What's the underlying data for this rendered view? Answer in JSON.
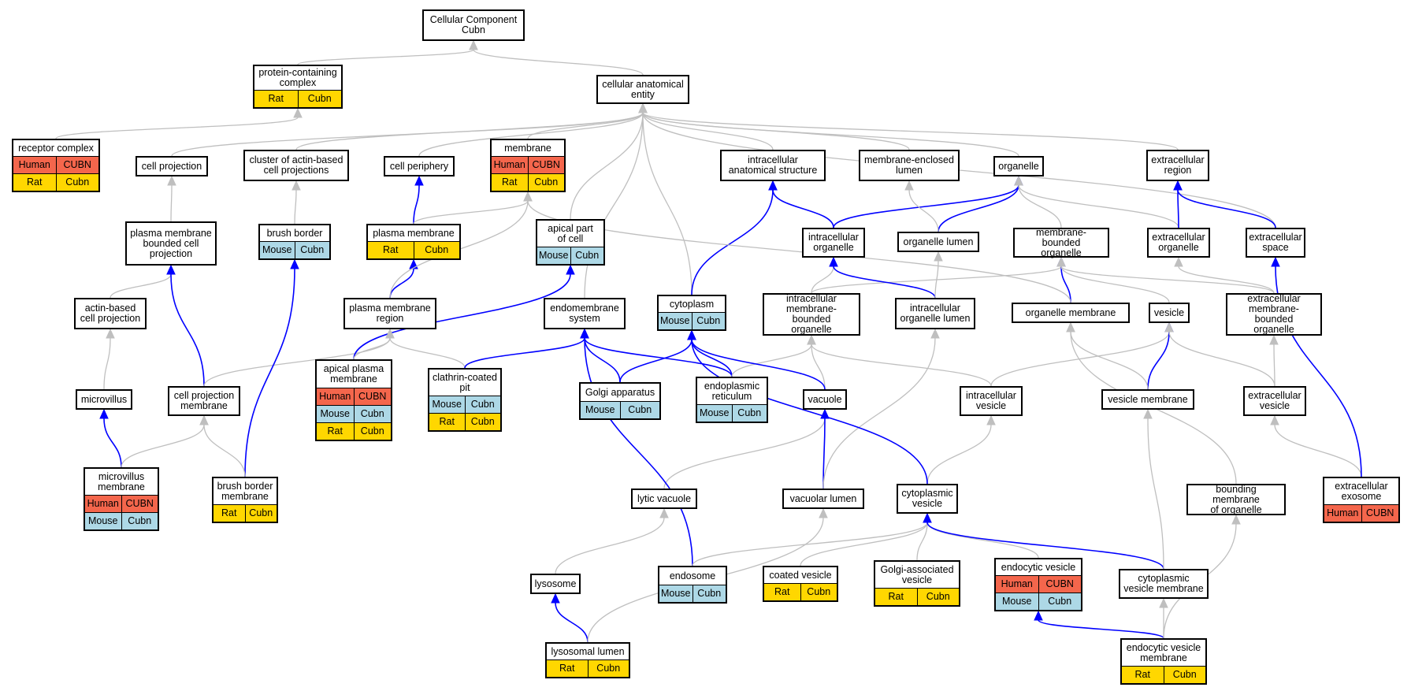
{
  "nodes": [
    {
      "id": "root",
      "label": "Cellular Component\nCubn",
      "rows": []
    },
    {
      "id": "pcc",
      "label": "protein-containing\ncomplex",
      "rows": [
        {
          "sp": "Rat",
          "g": "Cubn"
        }
      ]
    },
    {
      "id": "cae",
      "label": "cellular anatomical\nentity",
      "rows": []
    },
    {
      "id": "rc",
      "label": "receptor complex",
      "rows": [
        {
          "sp": "Human",
          "g": "CUBN"
        },
        {
          "sp": "Rat",
          "g": "Cubn"
        }
      ]
    },
    {
      "id": "cp",
      "label": "cell projection",
      "rows": []
    },
    {
      "id": "cab",
      "label": "cluster of actin-based\ncell projections",
      "rows": []
    },
    {
      "id": "cper",
      "label": "cell periphery",
      "rows": []
    },
    {
      "id": "mem",
      "label": "membrane",
      "rows": [
        {
          "sp": "Human",
          "g": "CUBN"
        },
        {
          "sp": "Rat",
          "g": "Cubn"
        }
      ]
    },
    {
      "id": "ias",
      "label": "intracellular\nanatomical structure",
      "rows": []
    },
    {
      "id": "mel",
      "label": "membrane-enclosed\nlumen",
      "rows": []
    },
    {
      "id": "org",
      "label": "organelle",
      "rows": []
    },
    {
      "id": "er",
      "label": "extracellular\nregion",
      "rows": []
    },
    {
      "id": "pmbcp",
      "label": "plasma membrane\nbounded cell\nprojection",
      "rows": []
    },
    {
      "id": "bb",
      "label": "brush border",
      "rows": [
        {
          "sp": "Mouse",
          "g": "Cubn"
        }
      ]
    },
    {
      "id": "pm",
      "label": "plasma membrane",
      "rows": [
        {
          "sp": "Rat",
          "g": "Cubn"
        }
      ]
    },
    {
      "id": "apc",
      "label": "apical part\nof cell",
      "rows": [
        {
          "sp": "Mouse",
          "g": "Cubn"
        }
      ]
    },
    {
      "id": "io",
      "label": "intracellular\norganelle",
      "rows": []
    },
    {
      "id": "ol",
      "label": "organelle lumen",
      "rows": []
    },
    {
      "id": "mbo",
      "label": "membrane-bounded\norganelle",
      "rows": []
    },
    {
      "id": "eo",
      "label": "extracellular\norganelle",
      "rows": []
    },
    {
      "id": "es",
      "label": "extracellular\nspace",
      "rows": []
    },
    {
      "id": "abcp",
      "label": "actin-based\ncell projection",
      "rows": []
    },
    {
      "id": "pmr",
      "label": "plasma membrane\nregion",
      "rows": []
    },
    {
      "id": "ems",
      "label": "endomembrane\nsystem",
      "rows": []
    },
    {
      "id": "cyt",
      "label": "cytoplasm",
      "rows": [
        {
          "sp": "Mouse",
          "g": "Cubn"
        }
      ]
    },
    {
      "id": "imbo",
      "label": "intracellular\nmembrane-bounded\norganelle",
      "rows": []
    },
    {
      "id": "iol",
      "label": "intracellular\norganelle lumen",
      "rows": []
    },
    {
      "id": "om",
      "label": "organelle membrane",
      "rows": []
    },
    {
      "id": "ves",
      "label": "vesicle",
      "rows": []
    },
    {
      "id": "embo",
      "label": "extracellular\nmembrane-bounded\norganelle",
      "rows": []
    },
    {
      "id": "apm",
      "label": "apical plasma\nmembrane",
      "rows": [
        {
          "sp": "Human",
          "g": "CUBN"
        },
        {
          "sp": "Mouse",
          "g": "Cubn"
        },
        {
          "sp": "Rat",
          "g": "Cubn"
        }
      ]
    },
    {
      "id": "ccp",
      "label": "clathrin-coated\npit",
      "rows": [
        {
          "sp": "Mouse",
          "g": "Cubn"
        },
        {
          "sp": "Rat",
          "g": "Cubn"
        }
      ]
    },
    {
      "id": "ga",
      "label": "Golgi apparatus",
      "rows": [
        {
          "sp": "Mouse",
          "g": "Cubn"
        }
      ]
    },
    {
      "id": "erret",
      "label": "endoplasmic\nreticulum",
      "rows": [
        {
          "sp": "Mouse",
          "g": "Cubn"
        }
      ]
    },
    {
      "id": "vac",
      "label": "vacuole",
      "rows": []
    },
    {
      "id": "iv",
      "label": "intracellular\nvesicle",
      "rows": []
    },
    {
      "id": "vm",
      "label": "vesicle membrane",
      "rows": []
    },
    {
      "id": "ev",
      "label": "extracellular\nvesicle",
      "rows": []
    },
    {
      "id": "mv",
      "label": "microvillus",
      "rows": []
    },
    {
      "id": "cpm",
      "label": "cell projection\nmembrane",
      "rows": []
    },
    {
      "id": "mvm",
      "label": "microvillus\nmembrane",
      "rows": [
        {
          "sp": "Human",
          "g": "CUBN"
        },
        {
          "sp": "Mouse",
          "g": "Cubn"
        }
      ]
    },
    {
      "id": "bbm",
      "label": "brush border\nmembrane",
      "rows": [
        {
          "sp": "Rat",
          "g": "Cubn"
        }
      ]
    },
    {
      "id": "lv",
      "label": "lytic vacuole",
      "rows": []
    },
    {
      "id": "vl",
      "label": "vacuolar lumen",
      "rows": []
    },
    {
      "id": "cv",
      "label": "cytoplasmic\nvesicle",
      "rows": []
    },
    {
      "id": "bmo",
      "label": "bounding membrane\nof organelle",
      "rows": []
    },
    {
      "id": "exo",
      "label": "extracellular\nexosome",
      "rows": [
        {
          "sp": "Human",
          "g": "CUBN"
        }
      ]
    },
    {
      "id": "lys",
      "label": "lysosome",
      "rows": []
    },
    {
      "id": "endo",
      "label": "endosome",
      "rows": [
        {
          "sp": "Mouse",
          "g": "Cubn"
        }
      ]
    },
    {
      "id": "coat",
      "label": "coated vesicle",
      "rows": [
        {
          "sp": "Rat",
          "g": "Cubn"
        }
      ]
    },
    {
      "id": "gav",
      "label": "Golgi-associated\nvesicle",
      "rows": [
        {
          "sp": "Rat",
          "g": "Cubn"
        }
      ]
    },
    {
      "id": "ecv",
      "label": "endocytic vesicle",
      "rows": [
        {
          "sp": "Human",
          "g": "CUBN"
        },
        {
          "sp": "Mouse",
          "g": "Cubn"
        }
      ]
    },
    {
      "id": "cvm",
      "label": "cytoplasmic\nvesicle membrane",
      "rows": []
    },
    {
      "id": "ll",
      "label": "lysosomal lumen",
      "rows": [
        {
          "sp": "Rat",
          "g": "Cubn"
        }
      ]
    },
    {
      "id": "evm",
      "label": "endocytic vesicle\nmembrane",
      "rows": [
        {
          "sp": "Rat",
          "g": "Cubn"
        }
      ]
    }
  ],
  "edges": [
    {
      "from": "pcc",
      "to": "root",
      "rel": "is_a"
    },
    {
      "from": "cae",
      "to": "root",
      "rel": "is_a"
    },
    {
      "from": "rc",
      "to": "pcc",
      "rel": "is_a"
    },
    {
      "from": "cp",
      "to": "cae",
      "rel": "is_a"
    },
    {
      "from": "cab",
      "to": "cae",
      "rel": "is_a"
    },
    {
      "from": "cper",
      "to": "cae",
      "rel": "is_a"
    },
    {
      "from": "mem",
      "to": "cae",
      "rel": "is_a"
    },
    {
      "from": "ias",
      "to": "cae",
      "rel": "is_a"
    },
    {
      "from": "mel",
      "to": "cae",
      "rel": "is_a"
    },
    {
      "from": "org",
      "to": "cae",
      "rel": "is_a"
    },
    {
      "from": "er",
      "to": "cae",
      "rel": "is_a"
    },
    {
      "from": "es",
      "to": "cae",
      "rel": "is_a"
    },
    {
      "from": "apc",
      "to": "cae",
      "rel": "is_a"
    },
    {
      "from": "ems",
      "to": "cae",
      "rel": "is_a"
    },
    {
      "from": "cyt",
      "to": "cae",
      "rel": "is_a"
    },
    {
      "from": "pmbcp",
      "to": "cp",
      "rel": "is_a"
    },
    {
      "from": "bb",
      "to": "cab",
      "rel": "is_a"
    },
    {
      "from": "pm",
      "to": "cper",
      "rel": "part_of"
    },
    {
      "from": "pm",
      "to": "mem",
      "rel": "is_a"
    },
    {
      "from": "io",
      "to": "ias",
      "rel": "part_of"
    },
    {
      "from": "cyt",
      "to": "ias",
      "rel": "part_of"
    },
    {
      "from": "io",
      "to": "org",
      "rel": "part_of"
    },
    {
      "from": "ol",
      "to": "org",
      "rel": "part_of"
    },
    {
      "from": "ol",
      "to": "mel",
      "rel": "is_a"
    },
    {
      "from": "mbo",
      "to": "org",
      "rel": "is_a"
    },
    {
      "from": "eo",
      "to": "org",
      "rel": "is_a"
    },
    {
      "from": "eo",
      "to": "er",
      "rel": "part_of"
    },
    {
      "from": "es",
      "to": "er",
      "rel": "part_of"
    },
    {
      "from": "abcp",
      "to": "pmbcp",
      "rel": "is_a"
    },
    {
      "from": "pmr",
      "to": "pm",
      "rel": "part_of"
    },
    {
      "from": "pmr",
      "to": "mem",
      "rel": "is_a"
    },
    {
      "from": "imbo",
      "to": "io",
      "rel": "is_a"
    },
    {
      "from": "imbo",
      "to": "mbo",
      "rel": "is_a"
    },
    {
      "from": "iol",
      "to": "io",
      "rel": "part_of"
    },
    {
      "from": "iol",
      "to": "ol",
      "rel": "is_a"
    },
    {
      "from": "om",
      "to": "mbo",
      "rel": "part_of"
    },
    {
      "from": "om",
      "to": "mem",
      "rel": "is_a"
    },
    {
      "from": "ves",
      "to": "mbo",
      "rel": "is_a"
    },
    {
      "from": "embo",
      "to": "mbo",
      "rel": "is_a"
    },
    {
      "from": "embo",
      "to": "eo",
      "rel": "is_a"
    },
    {
      "from": "mv",
      "to": "abcp",
      "rel": "is_a"
    },
    {
      "from": "cpm",
      "to": "pmbcp",
      "rel": "part_of"
    },
    {
      "from": "cpm",
      "to": "pmr",
      "rel": "is_a"
    },
    {
      "from": "apm",
      "to": "apc",
      "rel": "part_of"
    },
    {
      "from": "apm",
      "to": "pmr",
      "rel": "is_a"
    },
    {
      "from": "ccp",
      "to": "pmr",
      "rel": "is_a"
    },
    {
      "from": "ccp",
      "to": "ems",
      "rel": "part_of"
    },
    {
      "from": "ga",
      "to": "ems",
      "rel": "part_of"
    },
    {
      "from": "ga",
      "to": "cyt",
      "rel": "part_of"
    },
    {
      "from": "erret",
      "to": "ems",
      "rel": "part_of"
    },
    {
      "from": "erret",
      "to": "cyt",
      "rel": "part_of"
    },
    {
      "from": "erret",
      "to": "imbo",
      "rel": "is_a"
    },
    {
      "from": "vac",
      "to": "imbo",
      "rel": "is_a"
    },
    {
      "from": "vac",
      "to": "cyt",
      "rel": "part_of"
    },
    {
      "from": "iv",
      "to": "imbo",
      "rel": "is_a"
    },
    {
      "from": "iv",
      "to": "ves",
      "rel": "is_a"
    },
    {
      "from": "vm",
      "to": "ves",
      "rel": "part_of"
    },
    {
      "from": "vm",
      "to": "om",
      "rel": "is_a"
    },
    {
      "from": "ev",
      "to": "ves",
      "rel": "is_a"
    },
    {
      "from": "ev",
      "to": "embo",
      "rel": "is_a"
    },
    {
      "from": "mvm",
      "to": "mv",
      "rel": "part_of"
    },
    {
      "from": "mvm",
      "to": "cpm",
      "rel": "is_a"
    },
    {
      "from": "bbm",
      "to": "bb",
      "rel": "part_of"
    },
    {
      "from": "bbm",
      "to": "cpm",
      "rel": "is_a"
    },
    {
      "from": "lv",
      "to": "vac",
      "rel": "is_a"
    },
    {
      "from": "vl",
      "to": "vac",
      "rel": "part_of"
    },
    {
      "from": "vl",
      "to": "iol",
      "rel": "is_a"
    },
    {
      "from": "cv",
      "to": "iv",
      "rel": "is_a"
    },
    {
      "from": "cv",
      "to": "cyt",
      "rel": "part_of"
    },
    {
      "from": "bmo",
      "to": "om",
      "rel": "is_a"
    },
    {
      "from": "exo",
      "to": "ev",
      "rel": "is_a"
    },
    {
      "from": "exo",
      "to": "es",
      "rel": "part_of"
    },
    {
      "from": "lys",
      "to": "lv",
      "rel": "is_a"
    },
    {
      "from": "endo",
      "to": "ems",
      "rel": "part_of"
    },
    {
      "from": "endo",
      "to": "cv",
      "rel": "is_a"
    },
    {
      "from": "coat",
      "to": "cv",
      "rel": "is_a"
    },
    {
      "from": "gav",
      "to": "cv",
      "rel": "is_a"
    },
    {
      "from": "ecv",
      "to": "cv",
      "rel": "is_a"
    },
    {
      "from": "cvm",
      "to": "cv",
      "rel": "part_of"
    },
    {
      "from": "cvm",
      "to": "vm",
      "rel": "is_a"
    },
    {
      "from": "ll",
      "to": "lys",
      "rel": "part_of"
    },
    {
      "from": "ll",
      "to": "vl",
      "rel": "is_a"
    },
    {
      "from": "evm",
      "to": "ecv",
      "rel": "part_of"
    },
    {
      "from": "evm",
      "to": "cvm",
      "rel": "is_a"
    },
    {
      "from": "evm",
      "to": "bmo",
      "rel": "is_a"
    }
  ],
  "colors": {
    "is_a": "#bfbfbf",
    "part_of": "#0000ff",
    "Human": "#f4664c",
    "Mouse": "#add8e6",
    "Rat": "#ffd700"
  }
}
